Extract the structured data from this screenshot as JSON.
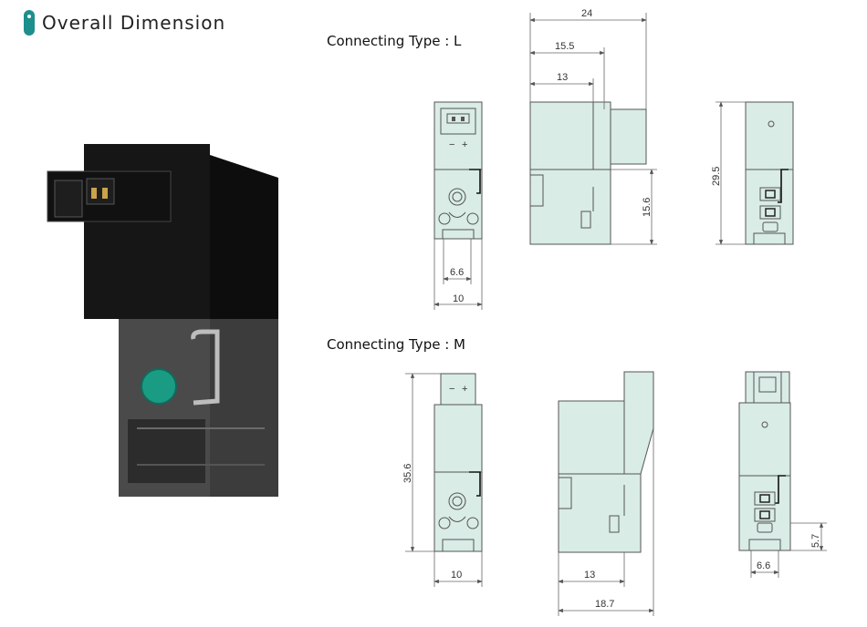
{
  "header": {
    "title": "Overall Dimension"
  },
  "sections": {
    "type_l": "Connecting Type : L",
    "type_m": "Connecting Type : M"
  },
  "dims_l": {
    "width_24": "24",
    "width_15_5": "15.5",
    "width_13": "13",
    "height_29_5": "29.5",
    "height_15_6": "15.6",
    "width_6_6": "6.6",
    "width_10": "10"
  },
  "dims_m": {
    "height_35_6": "35.6",
    "width_10": "10",
    "width_13": "13",
    "width_18_7": "18.7",
    "width_6_6": "6.6",
    "height_5_7": "5.7"
  },
  "connector_polarity": {
    "minus": "−",
    "plus": "+"
  },
  "colors": {
    "accent": "#1d8f8c",
    "body_fill": "#d9ece6",
    "product_body": "#1b1b1b"
  }
}
